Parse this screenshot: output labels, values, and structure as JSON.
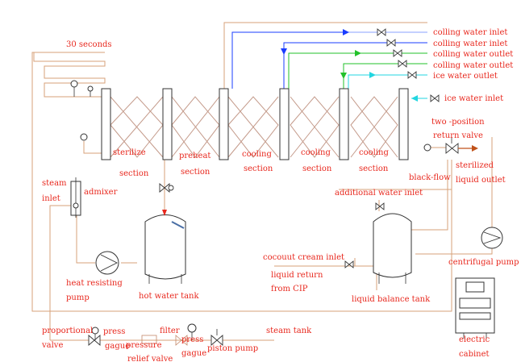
{
  "labels": {
    "thirty_seconds": "30 seconds",
    "sterilize": "sterilize",
    "sterilize_section": "section",
    "preheat": "preheat",
    "preheat_section": "section",
    "cooling1": "cooling",
    "cooling1_section": "section",
    "cooling2": "cooling",
    "cooling2_section": "section",
    "cooling3": "cooling",
    "cooling3_section": "section",
    "steam_inlet_1": "steam",
    "steam_inlet_2": "inlet",
    "admixer": "admixer",
    "heat_pump_1": "heat resisting",
    "heat_pump_2": "pump",
    "hot_water_tank": "hot water tank",
    "proportional_valve_1": "proportional",
    "proportional_valve_2": "valve",
    "press_gague_1a": "press",
    "press_gague_1b": "gague",
    "pressure_relief_1": "pressure",
    "pressure_relief_2": "relief valve",
    "filter": "filter",
    "press_gague_2a": "press",
    "press_gague_2b": "gague",
    "piston_pump": "piston pump",
    "steam_tank": "steam tank",
    "cooling_water_inlet_1": "colling water inlet",
    "cooling_water_inlet_2": "colling water inlet",
    "cooling_water_outlet_1": "colling water outlet",
    "cooling_water_outlet_2": "colling water outlet",
    "ice_water_outlet": "ice water outlet",
    "ice_water_inlet": "ice water inlet",
    "two_position_1": "two -position",
    "two_position_2": "return valve",
    "sterilized_outlet_1": "sterilized",
    "sterilized_outlet_2": "liquid outlet",
    "back_flow": "black-flow",
    "additional_water_inlet": "additional water inlet",
    "coconut_cream_inlet": "cocouut cream inlet",
    "liquid_return_1": "liquid return",
    "liquid_return_2": "from CIP",
    "liquid_balance_tank": "liquid balance tank",
    "centrifugal_pump": "centrifugal pump",
    "electric_cabinet_1": "electric",
    "electric_cabinet_2": "cabinet"
  },
  "colors": {
    "label": "#e8281e",
    "pipe": "#d7a27a",
    "cooling_water_line": "#1a3cff",
    "cooling_outlet_line": "#22c12a",
    "ice_water_line": "#22d6e0",
    "outlet_arrow": "#c0521a"
  }
}
